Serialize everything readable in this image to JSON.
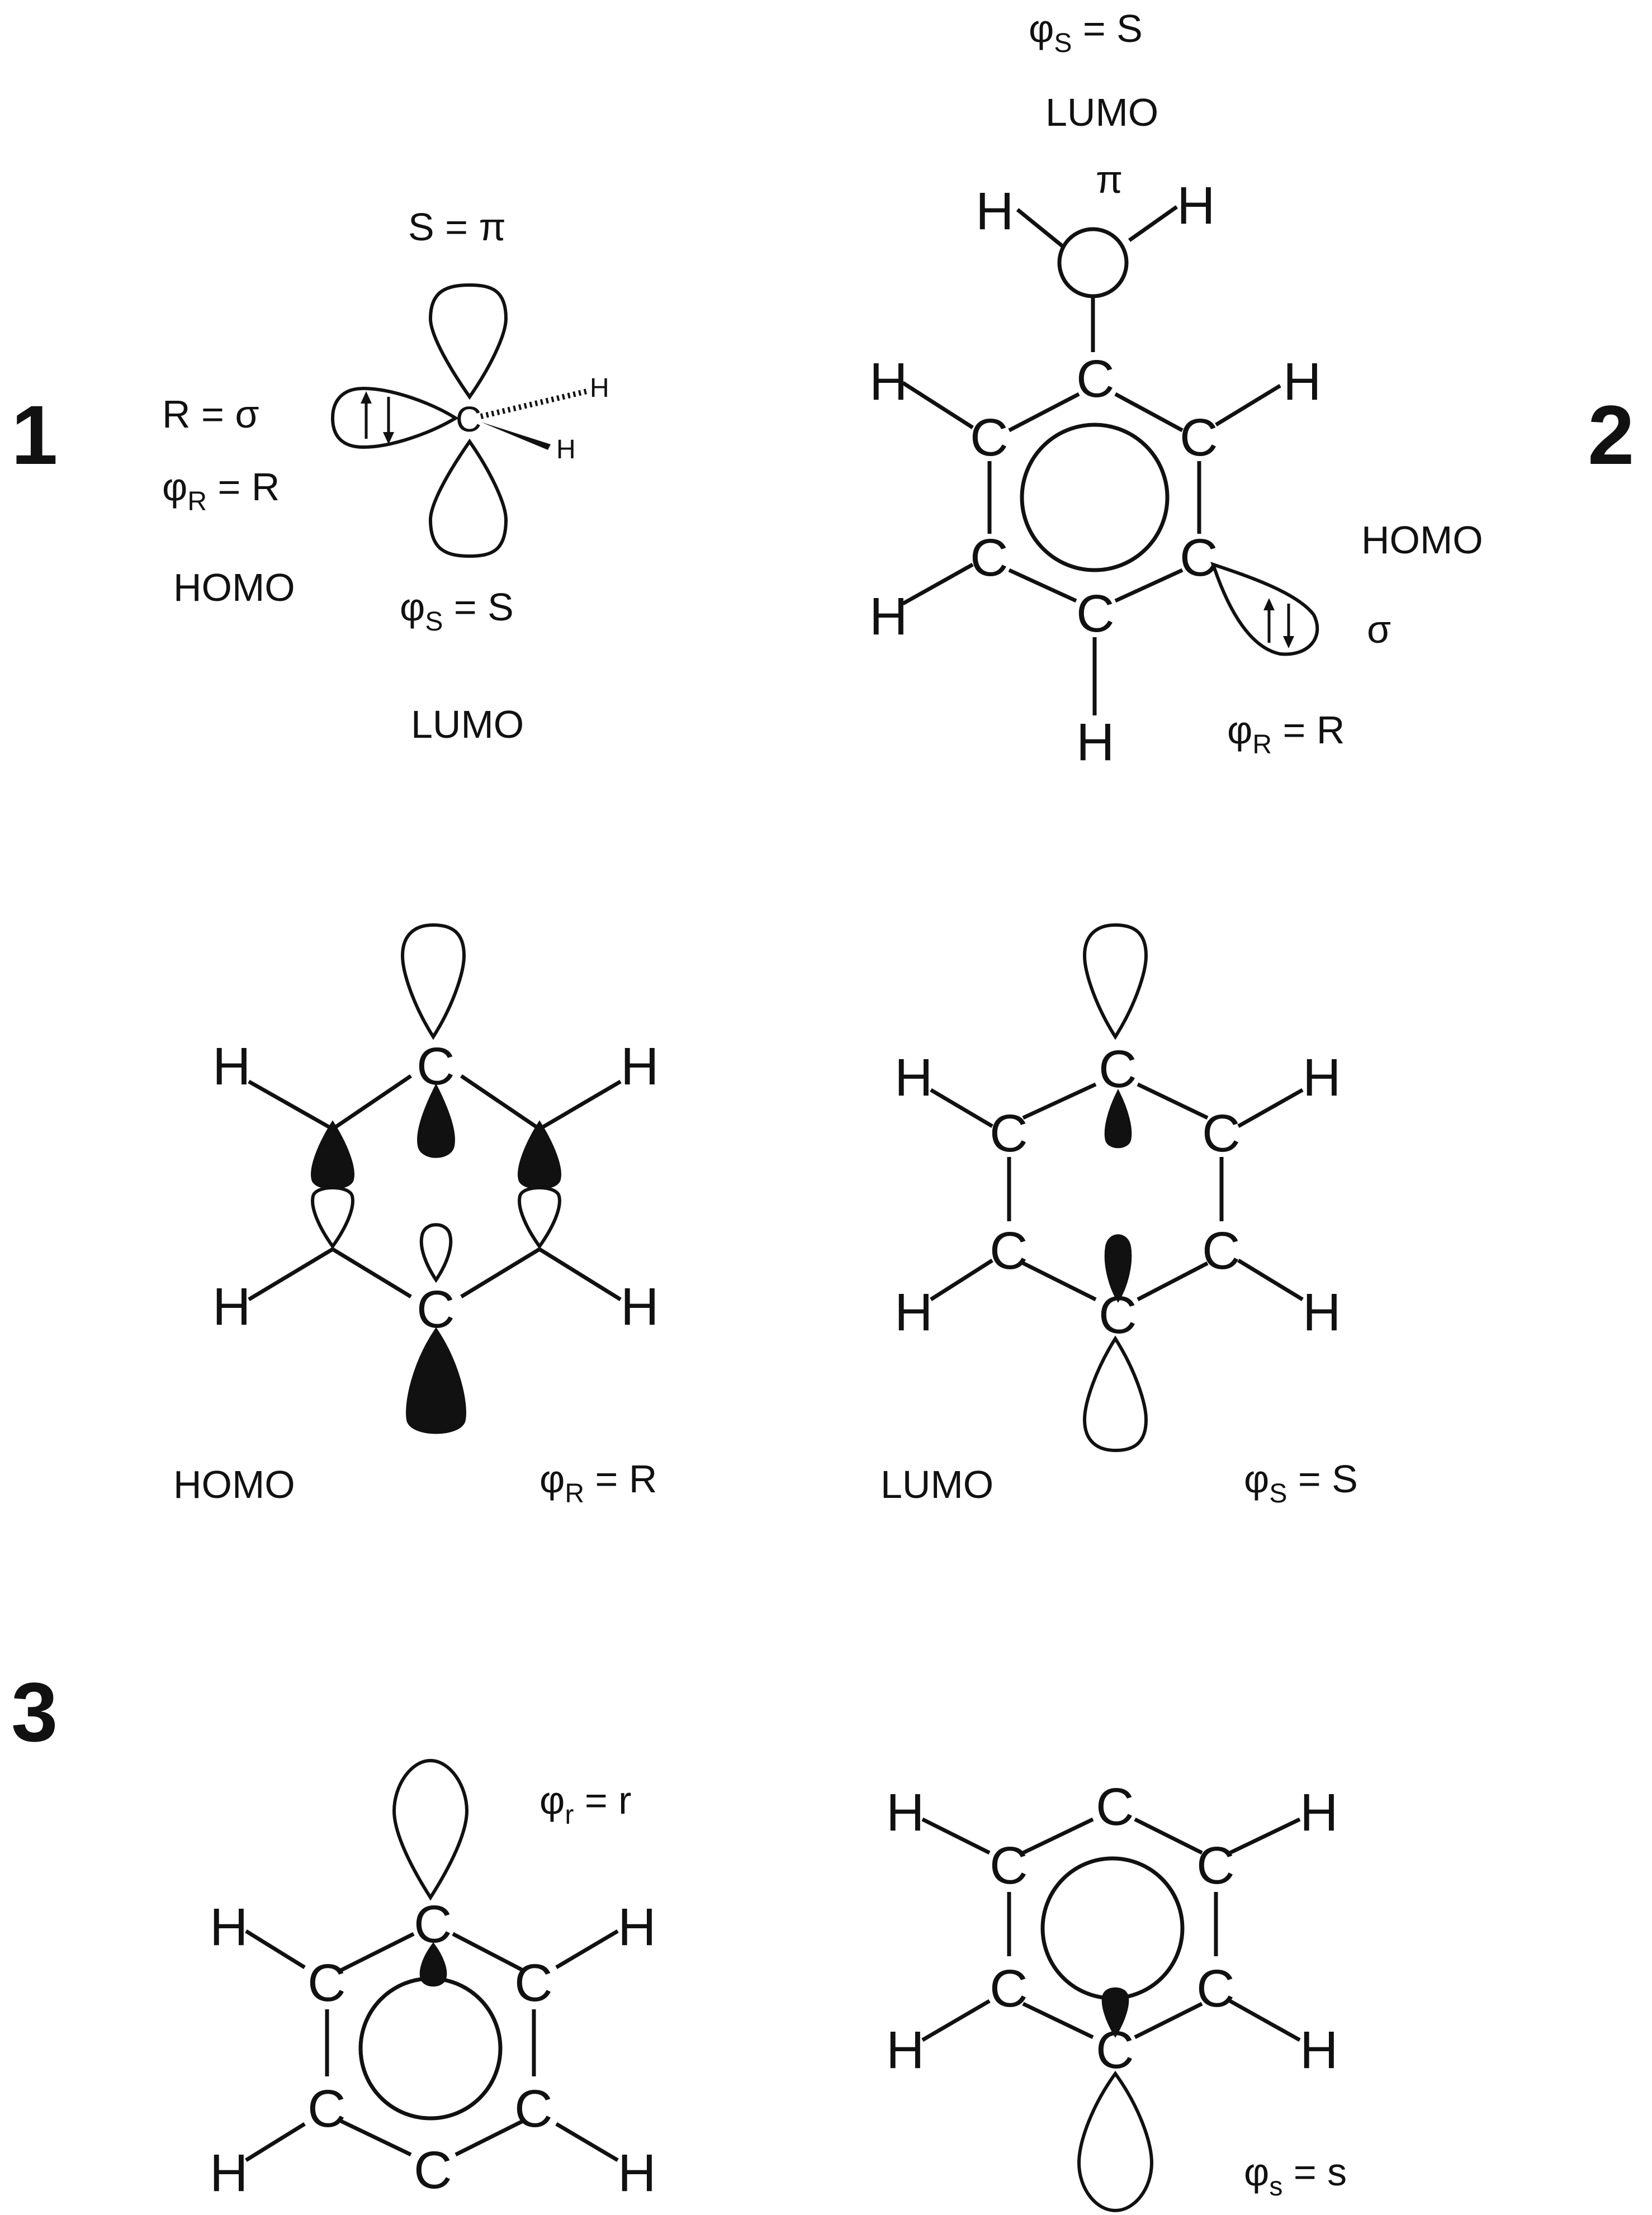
{
  "panels": {
    "p1": {
      "number": "1",
      "r_def": "R = σ",
      "phi_r_sym": "φ",
      "phi_r_sub": "R",
      "phi_r_rhs": " = R",
      "homo": "HOMO",
      "s_def": "S = π",
      "phi_s_sym": "φ",
      "phi_s_sub": "S",
      "phi_s_rhs": " = S",
      "lumo": "LUMO",
      "carbon": "C",
      "h_top": "H",
      "h_bottom": "H"
    },
    "p2": {
      "number": "2",
      "phi_s_sym": "φ",
      "phi_s_sub": "S",
      "phi_s_rhs": " = S",
      "lumo": "LUMO",
      "pi": "π",
      "homo": "HOMO",
      "sigma": "σ",
      "phi_r_sym": "φ",
      "phi_r_sub": "R",
      "phi_r_rhs": " = R",
      "carbon": "C",
      "hydrogen": "H"
    },
    "p_mid_left": {
      "homo": "HOMO",
      "phi_r_sym": "φ",
      "phi_r_sub": "R",
      "phi_r_rhs": " = R",
      "carbon": "C",
      "hydrogen": "H"
    },
    "p_mid_right": {
      "lumo": "LUMO",
      "phi_s_sym": "φ",
      "phi_s_sub": "S",
      "phi_s_rhs": " = S",
      "carbon": "C",
      "hydrogen": "H"
    },
    "p3": {
      "number": "3",
      "phi_r_sym": "φ",
      "phi_r_sub": "r",
      "phi_r_rhs": " = r",
      "phi_s_sym": "φ",
      "phi_s_sub": "s",
      "phi_s_rhs": " = s",
      "carbon": "C",
      "hydrogen": "H"
    }
  }
}
